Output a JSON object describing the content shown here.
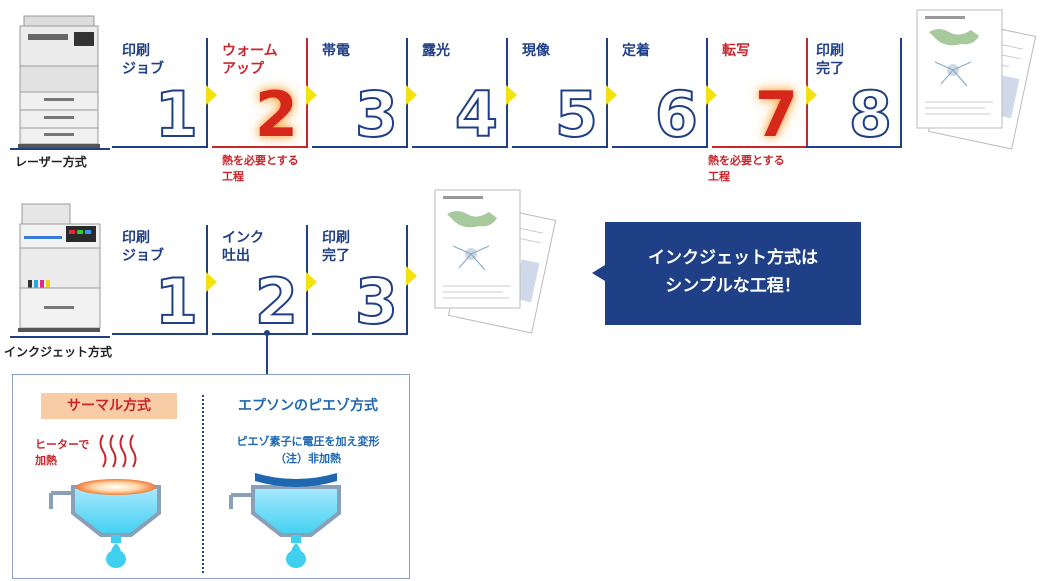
{
  "laser": {
    "caption": "レーザー方式",
    "steps": [
      {
        "label": "印刷\nジョブ",
        "num": "1",
        "highlight": false
      },
      {
        "label": "ウォーム\nアップ",
        "num": "2",
        "highlight": true
      },
      {
        "label": "帯電",
        "num": "3",
        "highlight": false
      },
      {
        "label": "露光",
        "num": "4",
        "highlight": false
      },
      {
        "label": "現像",
        "num": "5",
        "highlight": false
      },
      {
        "label": "定着",
        "num": "6",
        "highlight": false
      },
      {
        "label": "転写",
        "num": "7",
        "highlight": true
      },
      {
        "label": "印刷\n完了",
        "num": "8",
        "highlight": false
      }
    ],
    "note_step2": "熱を必要とする\n工程",
    "note_step7": "熱を必要とする\n工程"
  },
  "inkjet": {
    "caption": "インクジェット方式",
    "steps": [
      {
        "label": "印刷\nジョブ",
        "num": "1"
      },
      {
        "label": "インク\n吐出",
        "num": "2"
      },
      {
        "label": "印刷\n完了",
        "num": "3"
      }
    ]
  },
  "callout": {
    "text": "インクジェット方式は\nシンプルな工程！"
  },
  "detail": {
    "thermal_title": "サーマル方式",
    "heater_label": "ヒーターで\n加熱",
    "piezo_title": "エプソンのピエゾ方式",
    "piezo_desc": "ピエゾ素子に電圧を加え変形\n（注）非加熱"
  },
  "colors": {
    "navy": "#1f3f86",
    "red": "#c8262c",
    "arrow_yellow": "#f4e20e",
    "ink_cyan": "#3fd0f0",
    "thermal_bg": "#f8cda6"
  }
}
